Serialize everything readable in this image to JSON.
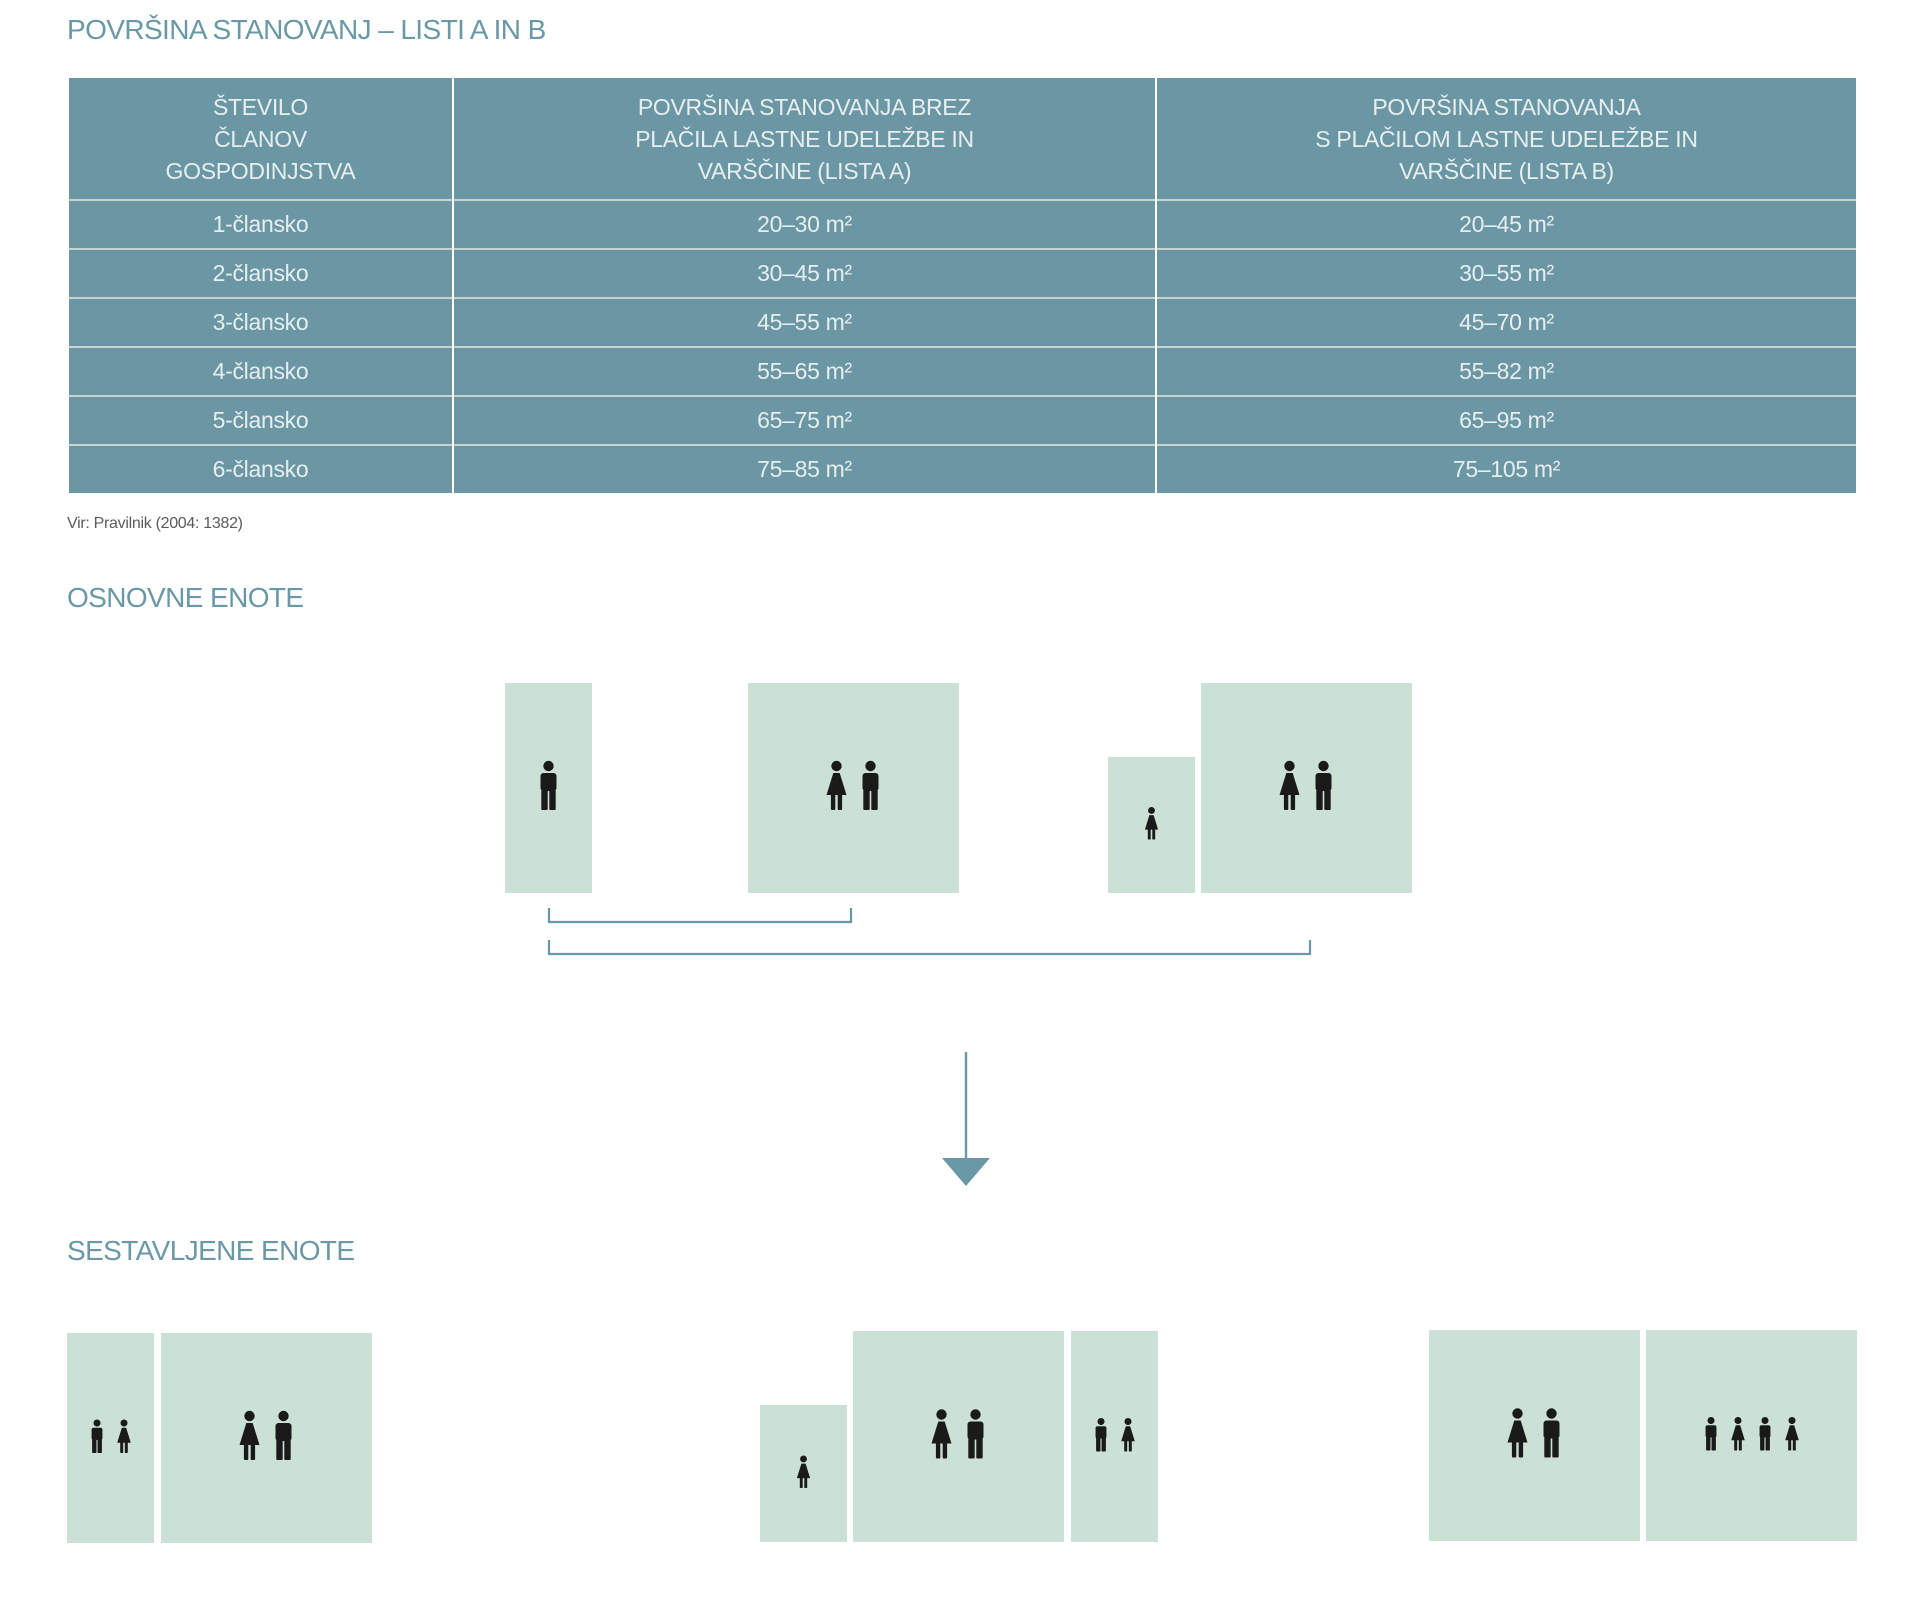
{
  "title": "POVRŠINA STANOVANJ – LISTI A IN B",
  "table": {
    "headers": [
      [
        "ŠTEVILO",
        "ČLANOV",
        "GOSPODINJSTVA"
      ],
      [
        "POVRŠINA STANOVANJA BREZ",
        "PLAČILA LASTNE UDELEŽBE IN",
        "VARŠČINE (LISTA A)"
      ],
      [
        "POVRŠINA STANOVANJA",
        "S PLAČILOM LASTNE UDELEŽBE IN",
        "VARŠČINE (LISTA B)"
      ]
    ],
    "rows": [
      [
        "1-člansko",
        "20–30 m²",
        "20–45 m²"
      ],
      [
        "2-člansko",
        "30–45 m²",
        "30–55 m²"
      ],
      [
        "3-člansko",
        "45–55 m²",
        "45–70 m²"
      ],
      [
        "4-člansko",
        "55–65 m²",
        "55–82 m²"
      ],
      [
        "5-člansko",
        "65–75 m²",
        "65–95 m²"
      ],
      [
        "6-člansko",
        "75–85 m²",
        "75–105 m²"
      ]
    ]
  },
  "source": "Vir: Pravilnik (2004: 1382)",
  "basic_units_title": "OSNOVNE ENOTE",
  "composite_units_title": "SESTAVLJENE ENOTE",
  "colors": {
    "accent": "#6a98a6",
    "table_fill": "#6b97a4",
    "unit_fill": "#cce1d5",
    "figure": "#1a1a1a"
  },
  "basic_units": [
    {
      "id": "single",
      "members": [
        "man"
      ]
    },
    {
      "id": "couple",
      "members": [
        "woman",
        "man"
      ]
    },
    {
      "id": "child",
      "members": [
        "child"
      ]
    },
    {
      "id": "couple",
      "members": [
        "woman",
        "man"
      ]
    }
  ],
  "composite_units": [
    {
      "units": [
        [
          "boy",
          "girl"
        ],
        [
          "woman",
          "man"
        ]
      ]
    },
    {
      "units": [
        [
          "child"
        ],
        [
          "woman",
          "man"
        ],
        [
          "boy",
          "girl"
        ]
      ]
    },
    {
      "units": [
        [
          "woman",
          "man"
        ],
        [
          "boy",
          "girl",
          "boy",
          "girl"
        ]
      ]
    }
  ]
}
